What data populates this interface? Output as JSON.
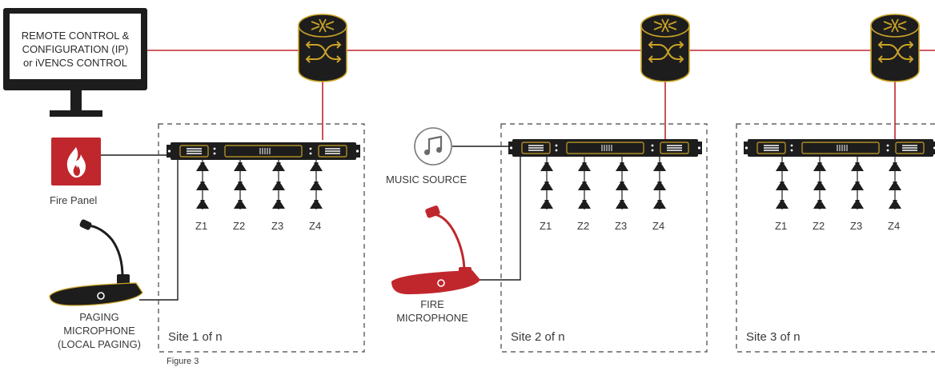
{
  "monitor": {
    "line1": "REMOTE CONTROL &",
    "line2": "CONFIGURATION (IP)",
    "line3": "or iVENCS CONTROL"
  },
  "fire_panel": {
    "label": "Fire Panel"
  },
  "music_source": {
    "label": "MUSIC SOURCE"
  },
  "paging_microphone": {
    "line1": "PAGING",
    "line2": "MICROPHONE",
    "line3": "(LOCAL PAGING)"
  },
  "fire_microphone": {
    "line1": "FIRE",
    "line2": "MICROPHONE"
  },
  "sites": [
    {
      "label": "Site 1 of n",
      "zones": [
        "Z1",
        "Z2",
        "Z3",
        "Z4"
      ]
    },
    {
      "label": "Site 2 of n",
      "zones": [
        "Z1",
        "Z2",
        "Z3",
        "Z4"
      ]
    },
    {
      "label": "Site 3 of n",
      "zones": [
        "Z1",
        "Z2",
        "Z3",
        "Z4"
      ]
    }
  ],
  "caption": "Figure 3",
  "colors": {
    "network_line": "#c0272d",
    "accent": "#c9a227",
    "device": "#1f1f1f",
    "fire": "#c0272d"
  }
}
